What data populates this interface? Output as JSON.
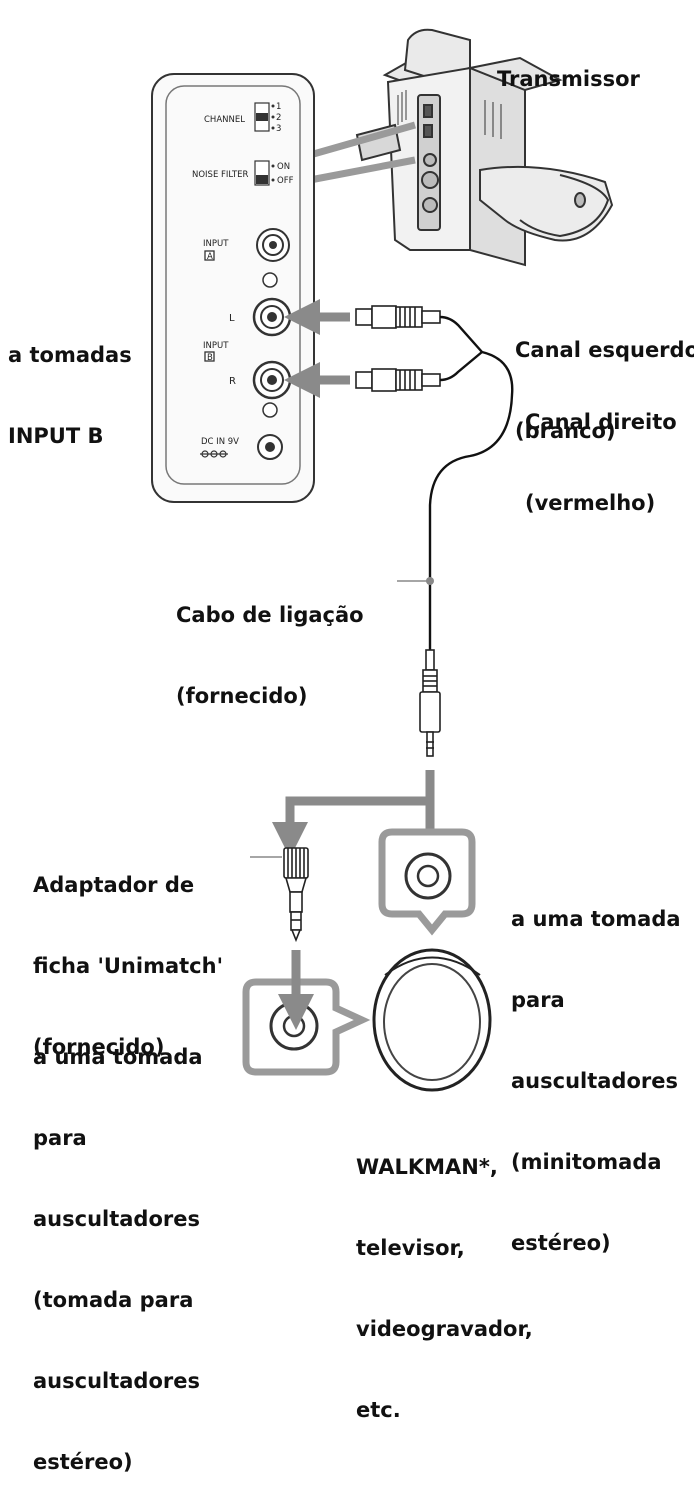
{
  "labels": {
    "transmitter": "Transmissor",
    "input_b": [
      "a tomadas",
      "INPUT B"
    ],
    "left_channel": [
      "Canal esquerdo",
      "(branco)"
    ],
    "right_channel": [
      "Canal direito",
      "(vermelho)"
    ],
    "cable": [
      "Cabo de ligação",
      "(fornecido)"
    ],
    "adapter": [
      "Adaptador de",
      "ficha 'Unimatch'",
      "(fornecido)"
    ],
    "mini_jack": [
      "a uma tomada",
      "para",
      "auscultadores",
      "(minitomada",
      "estéreo)"
    ],
    "stereo_jack": [
      "a uma tomada",
      "para",
      "auscultadores",
      "(tomada para",
      "auscultadores",
      "estéreo)"
    ],
    "device": [
      "WALKMAN*,",
      "televisor,",
      "videogravador,",
      "etc."
    ]
  },
  "panel": {
    "channel": "CHANNEL",
    "channel_positions": [
      "1",
      "2",
      "3"
    ],
    "noise_filter": "NOISE FILTER",
    "noise_positions": [
      "ON",
      "OFF"
    ],
    "input_a": [
      "INPUT",
      "A"
    ],
    "input_b": [
      "INPUT",
      "B"
    ],
    "left": "L",
    "right": "R",
    "dc_in": "DC IN 9V"
  },
  "icons": [
    "transmitter-icon",
    "rca-plug-icon",
    "mini-plug-icon",
    "unimatch-adapter-icon",
    "headphone-jack-icon",
    "walkman-icon",
    "arrow-icon"
  ]
}
